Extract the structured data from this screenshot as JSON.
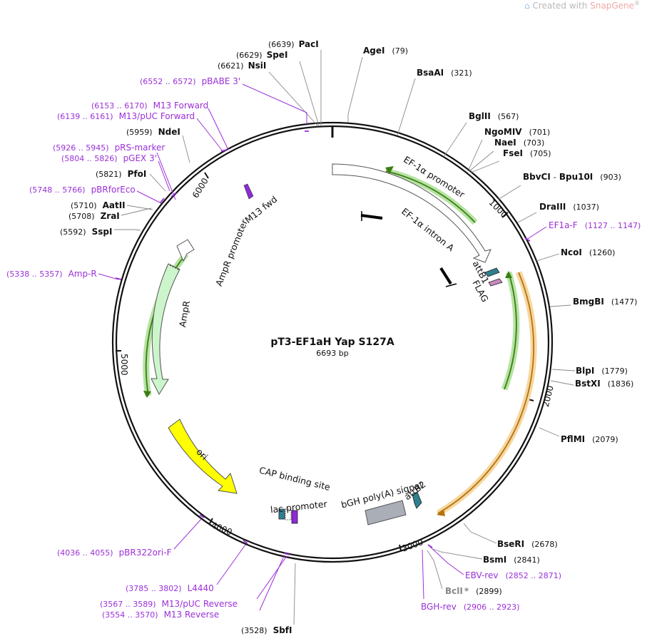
{
  "watermark": {
    "prefix": "Created with ",
    "brand": "SnapGene",
    "mark": "®"
  },
  "plasmid": {
    "name": "pT3-EF1aH Yap S127A",
    "length_label": "6693 bp",
    "length": 6693
  },
  "ticks": [
    "1000",
    "2000",
    "3000",
    "4000",
    "5000",
    "6000"
  ],
  "enzymes": [
    {
      "name": "PacI",
      "pos": "(6639)"
    },
    {
      "name": "SpeI",
      "pos": "(6629)"
    },
    {
      "name": "NsiI",
      "pos": "(6621)"
    },
    {
      "name": "AgeI",
      "pos": "(79)"
    },
    {
      "name": "BsaAI",
      "pos": "(321)"
    },
    {
      "name": "BglII",
      "pos": "(567)"
    },
    {
      "name": "NgoMIV",
      "pos": "(701)"
    },
    {
      "name": "NaeI",
      "pos": "(703)"
    },
    {
      "name": "FseI",
      "pos": "(705)"
    },
    {
      "name": "BbvCI",
      "name2": "Bpu10I",
      "pos": "(903)"
    },
    {
      "name": "DraIII",
      "pos": "(1037)"
    },
    {
      "name": "NcoI",
      "pos": "(1260)"
    },
    {
      "name": "BmgBI",
      "pos": "(1477)"
    },
    {
      "name": "BlpI",
      "pos": "(1779)"
    },
    {
      "name": "BstXI",
      "pos": "(1836)"
    },
    {
      "name": "PflMI",
      "pos": "(2079)"
    },
    {
      "name": "BseRI",
      "pos": "(2678)"
    },
    {
      "name": "BsmI",
      "pos": "(2841)"
    },
    {
      "name": "BclI",
      "pos": "(2899)",
      "star": "*"
    },
    {
      "name": "SbfI",
      "pos": "(3528)"
    },
    {
      "name": "SspI",
      "pos": "(5592)"
    },
    {
      "name": "ZraI",
      "pos": "(5708)"
    },
    {
      "name": "AatII",
      "pos": "(5710)"
    },
    {
      "name": "PfoI",
      "pos": "(5821)"
    },
    {
      "name": "NdeI",
      "pos": "(5959)"
    }
  ],
  "primers": [
    {
      "name": "pBABE 3'",
      "pos": "(6552 .. 6572)"
    },
    {
      "name": "M13 Forward",
      "pos": "(6153 .. 6170)"
    },
    {
      "name": "M13/pUC Forward",
      "pos": "(6139 .. 6161)"
    },
    {
      "name": "pRS-marker",
      "pos": "(5926 .. 5945)"
    },
    {
      "name": "pGEX 3'",
      "pos": "(5804 .. 5826)"
    },
    {
      "name": "pBRforEco",
      "pos": "(5748 .. 5766)"
    },
    {
      "name": "Amp-R",
      "pos": "(5338 .. 5357)"
    },
    {
      "name": "EF1a-F",
      "pos": "(1127 .. 1147)"
    },
    {
      "name": "EBV-rev",
      "pos": "(2852 .. 2871)"
    },
    {
      "name": "BGH-rev",
      "pos": "(2906 .. 2923)"
    },
    {
      "name": "pBR322ori-F",
      "pos": "(4036 .. 4055)"
    },
    {
      "name": "L4440",
      "pos": "(3785 .. 3802)"
    },
    {
      "name": "M13/pUC Reverse",
      "pos": "(3567 .. 3589)"
    },
    {
      "name": "M13 Reverse",
      "pos": "(3554 .. 3570)"
    }
  ],
  "features": [
    {
      "name": "EF-1α promoter"
    },
    {
      "name": "EF-1α intron A"
    },
    {
      "name": "attB1"
    },
    {
      "name": "FLAG"
    },
    {
      "name": "M13 fwd"
    },
    {
      "name": "AmpR promoter"
    },
    {
      "name": "AmpR"
    },
    {
      "name": "ori"
    },
    {
      "name": "CAP binding site"
    },
    {
      "name": "lac promoter"
    },
    {
      "name": "bGH poly(A) signal"
    },
    {
      "name": "attB2"
    }
  ],
  "colors": {
    "backbone": "#111111",
    "primer": "#9b30d9",
    "enzyme_line": "#888888",
    "promoter_fill": "#ffffff",
    "highlight_green": "#b6e3a3",
    "highlight_orange": "#f6d7a0",
    "ampr_fill": "#ccf5cc",
    "ori_fill": "#ffff00",
    "polyA_fill": "#a9aeb7",
    "attb_fill": "#2f7f8f",
    "flag_fill": "#c988c0",
    "m13_fill": "#8e2ad8"
  }
}
